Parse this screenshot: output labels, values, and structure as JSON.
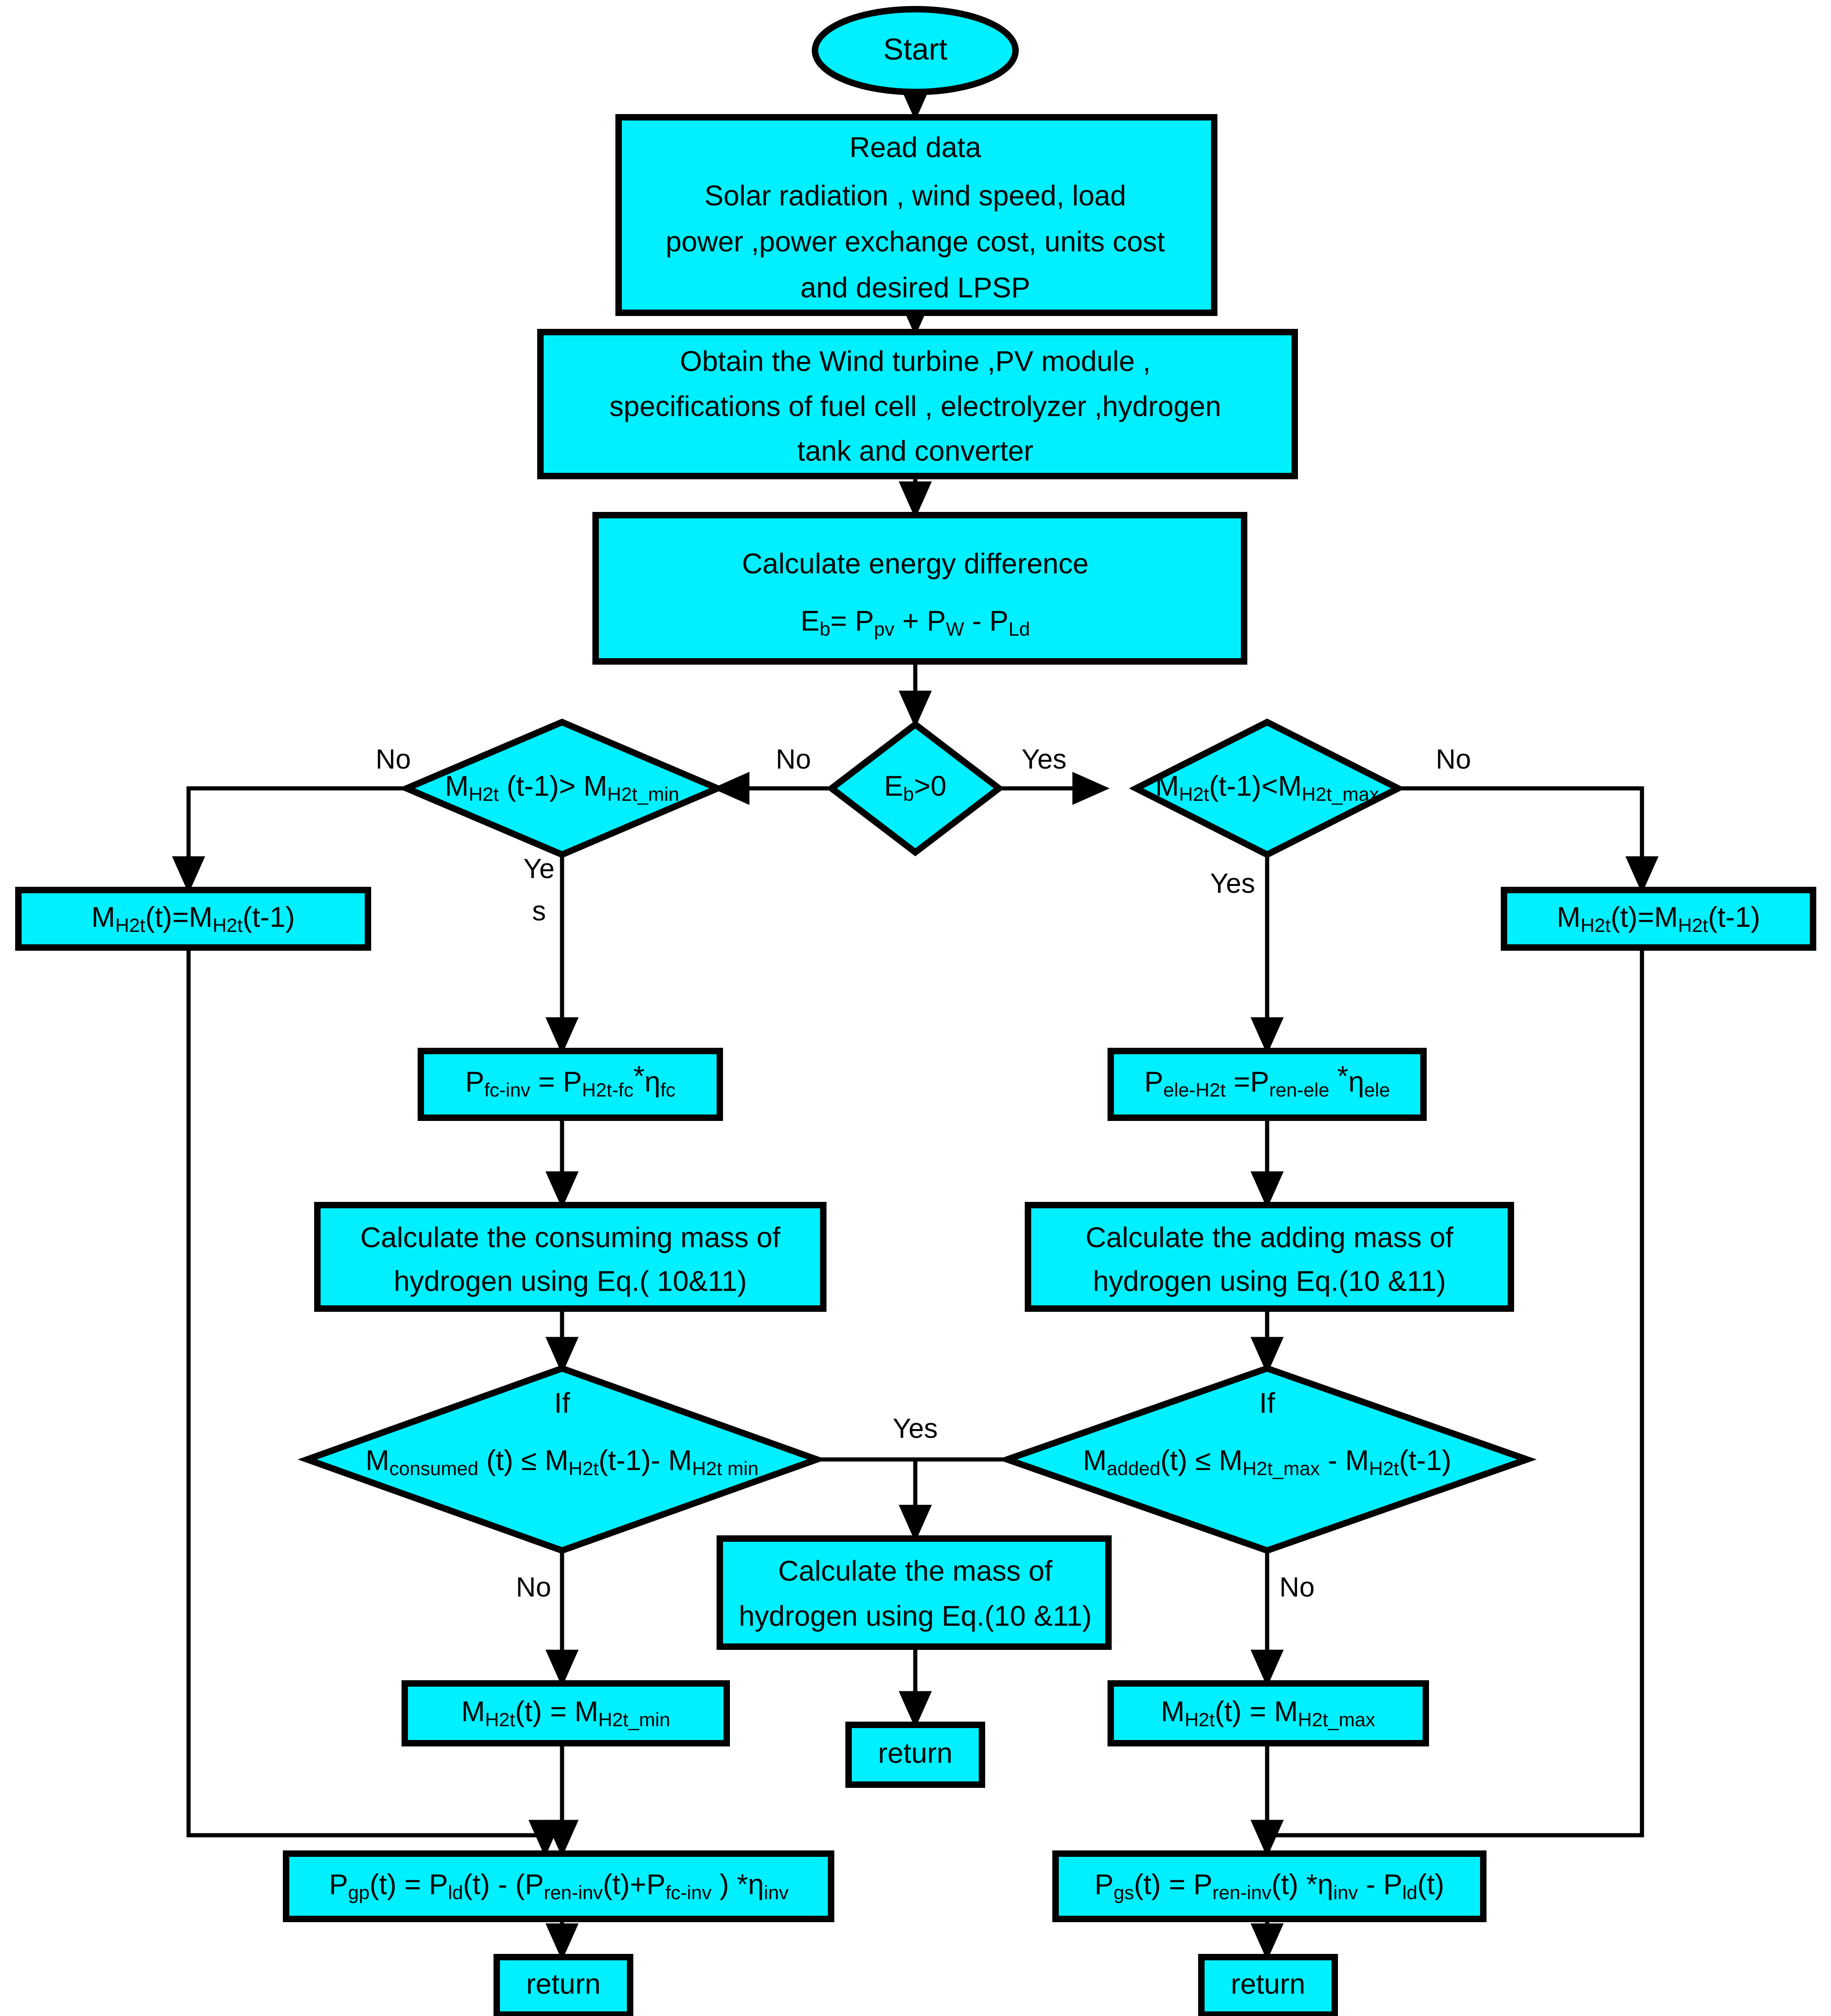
{
  "diagram": {
    "title": "Hydrogen tank energy management flowchart",
    "colors": {
      "node_fill": "#00F0FF",
      "node_stroke": "#000000",
      "background": "#FFFFFF",
      "text": "#000000"
    },
    "start": {
      "label": "Start"
    },
    "read_data": {
      "line1": "Read data",
      "line2": "Solar radiation , wind speed, load",
      "line3": "power ,power exchange cost, units cost",
      "line4": "and desired LPSP"
    },
    "obtain_specs": {
      "line1": "Obtain the Wind turbine ,PV module ,",
      "line2": "specifications of fuel cell , electrolyzer ,hydrogen",
      "line3": "tank and converter"
    },
    "calc_energy": {
      "line1": "Calculate energy difference",
      "formula": "E_b = P_pv + P_W - P_Ld",
      "f_E": "E",
      "f_E_sub": "b",
      "f_eq": "= P",
      "f_pv": "pv",
      "f_plus": "+ P",
      "f_W": "W",
      "f_minus": "- P",
      "f_Ld": "Ld"
    },
    "decision_eb": {
      "label": "E",
      "sub": "b",
      "rest": ">0",
      "yes": "Yes",
      "no": "No"
    },
    "decision_min": {
      "text": "M_H2t (t-1)> M_H2t_min",
      "m1": "M",
      "m1sub": "H2t",
      "mid": " (t-1)> M",
      "m2sub": "H2t_min",
      "no": "No",
      "yes_line1": "Ye",
      "yes_line2": "s"
    },
    "decision_max": {
      "text": "M_H2t(t-1)<M_H2t_max",
      "m1": "M",
      "m1sub": "H2t",
      "mid": "(t-1)<M",
      "m2sub": "H2t_max",
      "no": "No",
      "yes": "Yes"
    },
    "assign_left": {
      "m1": "M",
      "m1sub": "H2t",
      "mid": "(t)=M",
      "m2sub": "H2t",
      "tail": "(t-1)"
    },
    "assign_right": {
      "m1": "M",
      "m1sub": "H2t",
      "mid": "(t)=M",
      "m2sub": "H2t",
      "tail": "(t-1)"
    },
    "formula_fc": {
      "p1": "P",
      "p1sub": "fc-inv",
      "eq": " = P",
      "p2sub": "H2t-fc",
      "star": "*",
      "eta": "η",
      "etasub": "fc"
    },
    "formula_ele": {
      "p1": "P",
      "p1sub": "ele-H2t",
      "eq": " =P",
      "p2sub": "ren-ele",
      "star": " *",
      "eta": "η",
      "etasub": "ele"
    },
    "calc_consuming": {
      "line1": "Calculate the consuming mass of",
      "line2": "hydrogen using Eq.( 10&11)"
    },
    "calc_adding": {
      "line1": "Calculate the adding mass of",
      "line2": "hydrogen using Eq.(10 &11)"
    },
    "if_consumed": {
      "if": "If",
      "m1": "M",
      "m1sub": "consumed",
      "mid": " (t)  ≤  M",
      "m2sub": "H2t",
      "mid2": "(t-1)- M",
      "m3sub": "H2t min",
      "yes": "Yes",
      "no": "No"
    },
    "if_added": {
      "if": "If",
      "m1": "M",
      "m1sub": "added",
      "mid": "(t)  ≤ M",
      "m2sub": "H2t_max",
      "mid2": " - M",
      "m3sub": "H2t",
      "tail": "(t-1)",
      "no": "No"
    },
    "calc_mass": {
      "line1": "Calculate the mass of",
      "line2": "hydrogen using Eq.(10 &11)"
    },
    "set_min": {
      "m1": "M",
      "m1sub": "H2t",
      "mid": "(t) = M",
      "m2sub": "H2t_min"
    },
    "set_max": {
      "m1": "M",
      "m1sub": "H2t",
      "mid": "(t) = M",
      "m2sub": "H2t_max"
    },
    "grid_purchase": {
      "text": "P_gp(t) = P_ld(t) - (P_ren-inv(t)+P_fc-inv ) *η_inv",
      "p1": "P",
      "p1sub": "gp",
      "a": "(t) = P",
      "p2sub": "ld",
      "b": "(t) - (P",
      "p3sub": "ren-inv",
      "c": "(t)+P",
      "p4sub": "fc-inv",
      "d": " ) *",
      "eta": "η",
      "etasub": "inv"
    },
    "grid_sell": {
      "text": "P_gs(t) =  P_ren-inv(t) *η_inv - P_ld(t)",
      "p1": "P",
      "p1sub": "gs",
      "a": "(t) =  P",
      "p2sub": "ren-inv",
      "b": "(t) *",
      "eta": "η",
      "etasub": "inv",
      "c": " - P",
      "p3sub": "ld",
      "d": "(t)"
    },
    "return_mid": {
      "label": "return"
    },
    "return_left": {
      "label": "return"
    },
    "return_right": {
      "label": "return"
    }
  }
}
